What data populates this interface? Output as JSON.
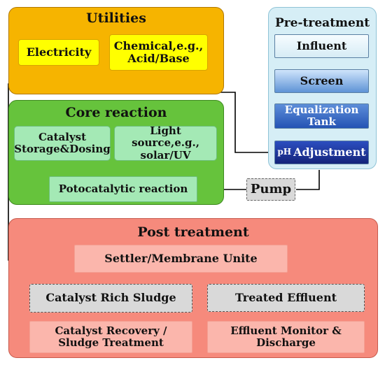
{
  "groups": {
    "utilities": {
      "title": "Utilities",
      "electricity": "Electricity",
      "chemical": [
        "Chemical,e.g.,",
        "Acid/Base"
      ]
    },
    "pretreatment": {
      "title": "Pre-treatment",
      "influent": "Influent",
      "screen": "Screen",
      "equalization": [
        "Equalization",
        "Tank"
      ],
      "ph_prefix": "pH",
      "ph_label": "Adjustment"
    },
    "core": {
      "title": "Core reaction",
      "catalyst": [
        "Catalyst",
        "Storage&Dosing"
      ],
      "light": [
        "Light source,e.g.,",
        "solar/UV"
      ],
      "photocatalytic": "Potocatalytic reaction"
    },
    "pump": "Pump",
    "post": {
      "title": "Post treatment",
      "settler": "Settler/Membrane Unite",
      "sludge": "Catalyst Rich Sludge",
      "treated": "Treated Effluent",
      "recovery": [
        "Catalyst Recovery /",
        "Sludge Treatment"
      ],
      "monitor": [
        "Effluent Monitor &",
        "Discharge"
      ]
    }
  },
  "colors": {
    "utilities_bg": "#f6b400",
    "utility_box": "#ffff00",
    "pretreatment_bg": "#d6eef6",
    "core_bg": "#66c33c",
    "core_box": "#a4e9b5",
    "post_bg": "#f68a7c",
    "post_box": "#fbb6ac",
    "dashed_box": "#d9d9d9"
  }
}
